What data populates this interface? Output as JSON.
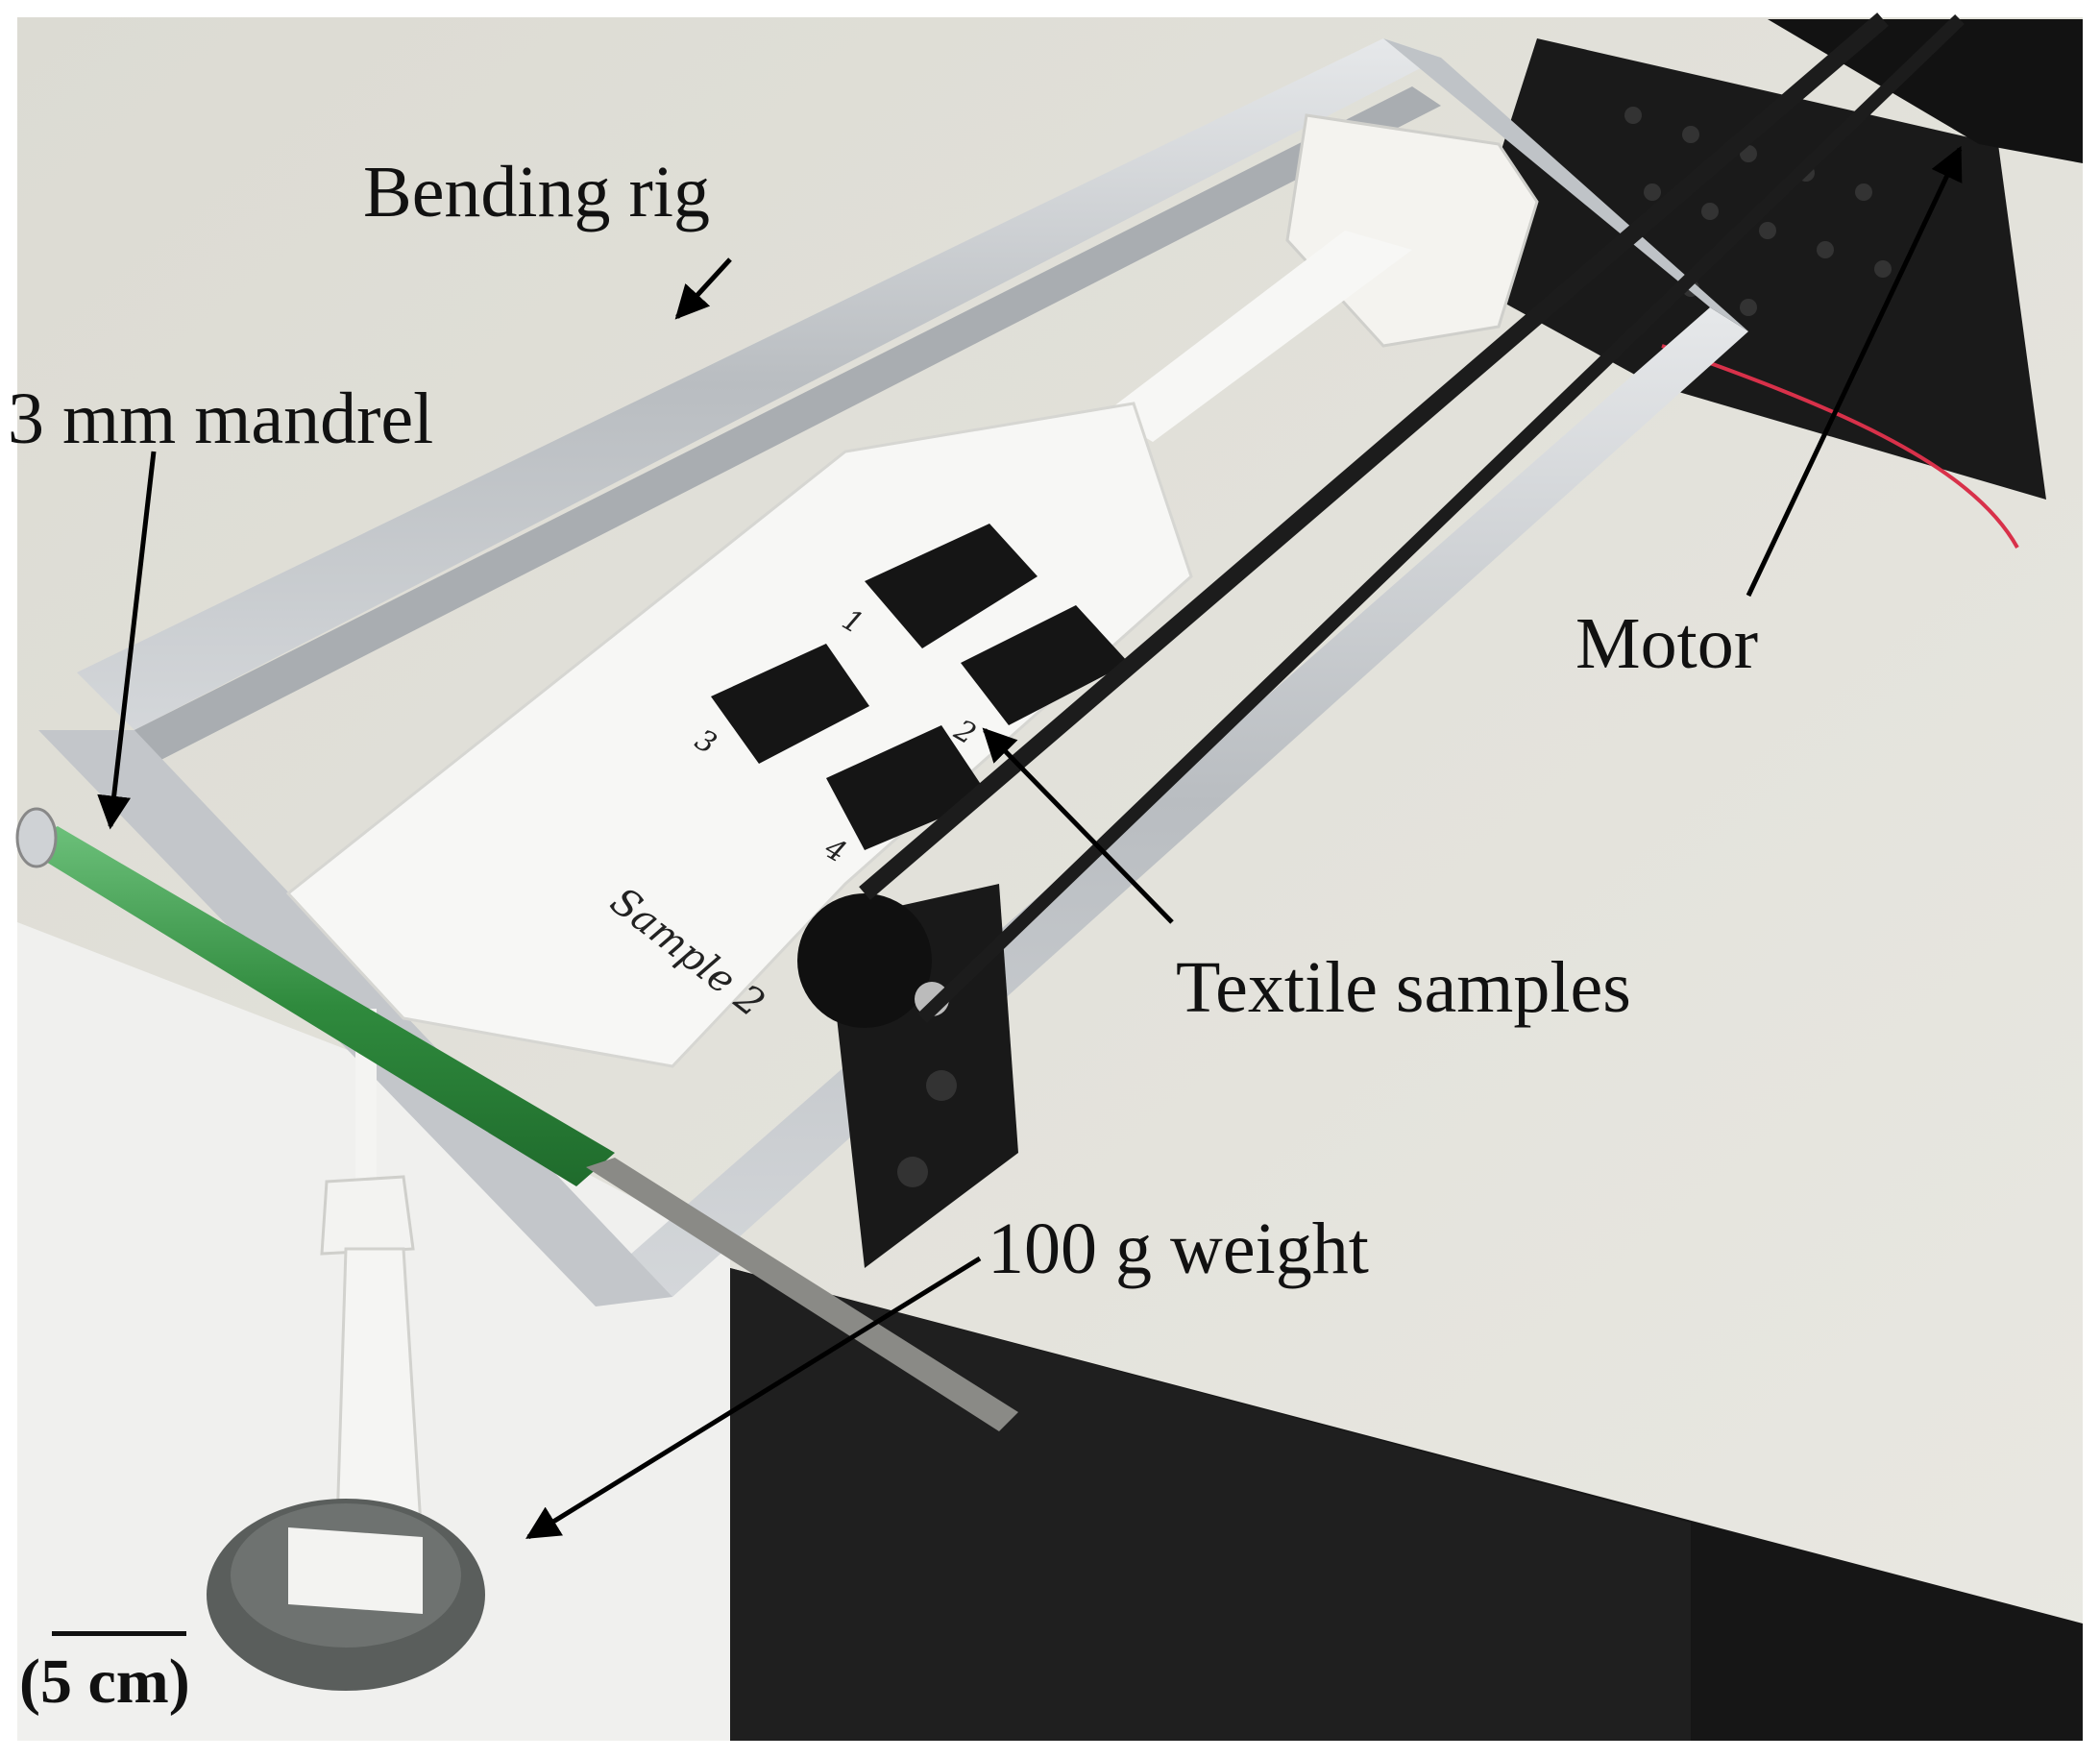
{
  "figure": {
    "labels": {
      "bending_rig": "Bending rig",
      "mandrel": "3 mm mandrel",
      "motor": "Motor",
      "textile_samples": "Textile samples",
      "weight": "100 g weight",
      "scale": "(5 cm)"
    },
    "sample_marks": {
      "sample_name": "Sample 2",
      "n1": "1",
      "n2": "2",
      "n3": "3",
      "n4": "4"
    },
    "colors": {
      "background": "#ffffff",
      "table": "#e4e3dc",
      "aluminium": "#c9ccce",
      "belt": "#1c1c1c",
      "mandrel": "#3f9a4a",
      "textile": "#f5f5f3",
      "text": "#111111"
    }
  }
}
